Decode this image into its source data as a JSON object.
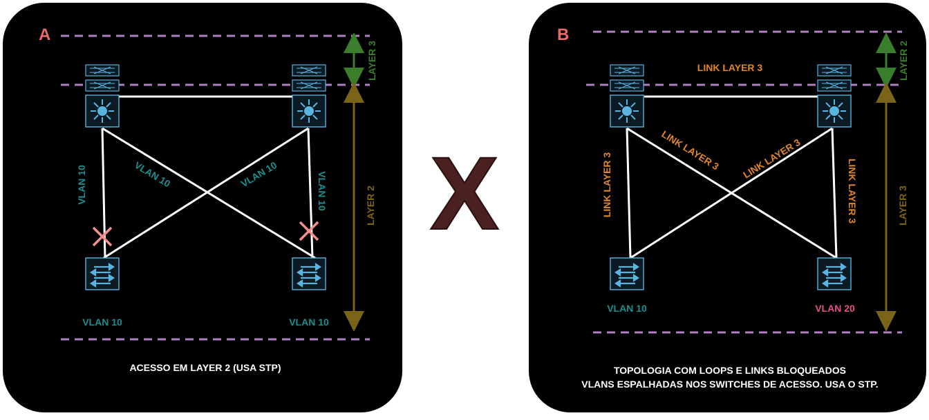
{
  "separator_label": "X",
  "colors": {
    "panel_bg": "#000000",
    "panel_letter": "#e86a6a",
    "dashed_line": "#b07fbf",
    "layer_arrow_green": "#3a7d2c",
    "layer_arrow_brown": "#7a6418",
    "vlan_teal": "#1a8f8f",
    "link_orange": "#e0862a",
    "vlan_pink": "#e0508a",
    "icon_blue": "#5ab4e0",
    "blocked_x": "#f09090",
    "separator_x": "#4a2020",
    "white": "#ffffff"
  },
  "panel_a": {
    "letter": "A",
    "layer_top_label": "LAYER 3",
    "layer_bottom_label": "LAYER 2",
    "link_labels": {
      "left_vertical": "VLAN 10",
      "left_diagonal": "VLAN 10",
      "right_diagonal": "VLAN 10",
      "right_vertical": "VLAN 10"
    },
    "access_left_vlan": "VLAN 10",
    "access_right_vlan": "VLAN 10",
    "caption": "ACESSO EM LAYER 2 (USA STP)"
  },
  "panel_b": {
    "letter": "B",
    "layer_top_label": "LAYER 2",
    "layer_bottom_label": "LAYER 3",
    "top_link_label": "LINK LAYER 3",
    "link_labels": {
      "left_vertical": "LINK LAYER 3",
      "left_diagonal": "LINK LAYER 3",
      "right_diagonal": "LINK LAYER 3",
      "right_vertical": "LINK LAYER 3"
    },
    "access_left_vlan": "VLAN 10",
    "access_right_vlan": "VLAN 20",
    "caption_line1": "TOPOLOGIA COM LOOPS E LINKS BLOQUEADOS",
    "caption_line2": "VLANS ESPALHADAS NOS SWITCHES DE ACESSO. USA O STP."
  }
}
